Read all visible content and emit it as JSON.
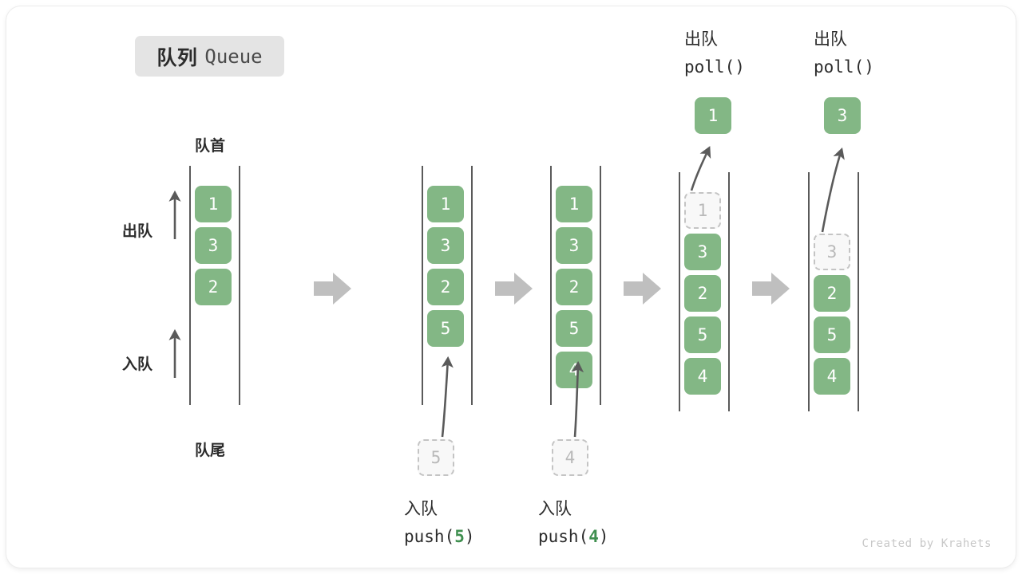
{
  "title": {
    "cn": "队列",
    "en": "Queue"
  },
  "labels": {
    "front": "队首",
    "rear": "队尾",
    "dequeue": "出队",
    "enqueue": "入队"
  },
  "watermark": "Created by Krahets",
  "colors": {
    "box_green": "#83b785",
    "ghost_border": "#c4c4c4",
    "ghost_fill": "#f8f8f8",
    "rail": "#5a5a5a",
    "arrow_gray": "#bfbfbf",
    "curve_arrow": "#5a5a5a",
    "badge_bg": "#e4e4e4",
    "accent_num": "#3f8f4f"
  },
  "columns": [
    {
      "name": "initial-queue",
      "items": [
        {
          "value": "1",
          "state": "filled"
        },
        {
          "value": "3",
          "state": "filled"
        },
        {
          "value": "2",
          "state": "filled"
        }
      ]
    },
    {
      "name": "after-push-5",
      "op_cn": "入队",
      "op_code_prefix": "push(",
      "op_code_num": "5",
      "op_code_suffix": ")",
      "incoming_value": "5",
      "items": [
        {
          "value": "1",
          "state": "filled"
        },
        {
          "value": "3",
          "state": "filled"
        },
        {
          "value": "2",
          "state": "filled"
        },
        {
          "value": "5",
          "state": "filled"
        }
      ]
    },
    {
      "name": "after-push-4",
      "op_cn": "入队",
      "op_code_prefix": "push(",
      "op_code_num": "4",
      "op_code_suffix": ")",
      "incoming_value": "4",
      "items": [
        {
          "value": "1",
          "state": "filled"
        },
        {
          "value": "3",
          "state": "filled"
        },
        {
          "value": "2",
          "state": "filled"
        },
        {
          "value": "5",
          "state": "filled"
        },
        {
          "value": "4",
          "state": "filled"
        }
      ]
    },
    {
      "name": "after-poll-1",
      "op_cn": "出队",
      "op_code": "poll()",
      "popped_value": "1",
      "items": [
        {
          "value": "1",
          "state": "ghost"
        },
        {
          "value": "3",
          "state": "filled"
        },
        {
          "value": "2",
          "state": "filled"
        },
        {
          "value": "5",
          "state": "filled"
        },
        {
          "value": "4",
          "state": "filled"
        }
      ]
    },
    {
      "name": "after-poll-3",
      "op_cn": "出队",
      "op_code": "poll()",
      "popped_value": "3",
      "items": [
        {
          "value": "3",
          "state": "ghost"
        },
        {
          "value": "2",
          "state": "filled"
        },
        {
          "value": "5",
          "state": "filled"
        },
        {
          "value": "4",
          "state": "filled"
        }
      ]
    }
  ]
}
